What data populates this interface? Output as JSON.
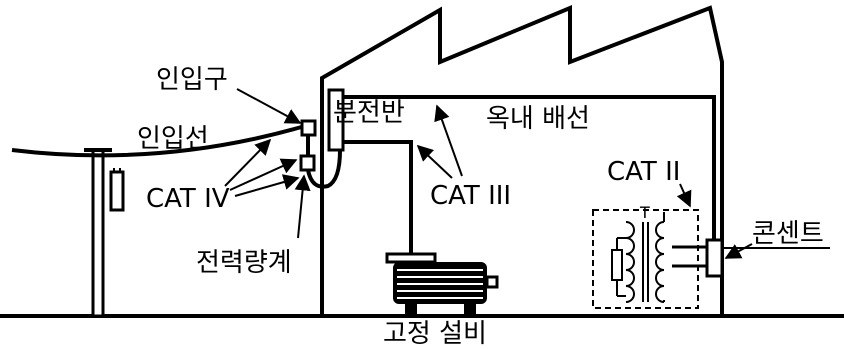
{
  "labels": {
    "service_entrance": "인입구",
    "service_drop": "인입선",
    "distribution_panel": "분전반",
    "indoor_wiring": "옥내 배선",
    "cat_iv": "CAT IV",
    "cat_iii": "CAT III",
    "cat_ii": "CAT II",
    "transformer_mark": "T",
    "power_meter": "전력량계",
    "outlet": "콘센트",
    "fixed_equipment": "고정 설비"
  }
}
